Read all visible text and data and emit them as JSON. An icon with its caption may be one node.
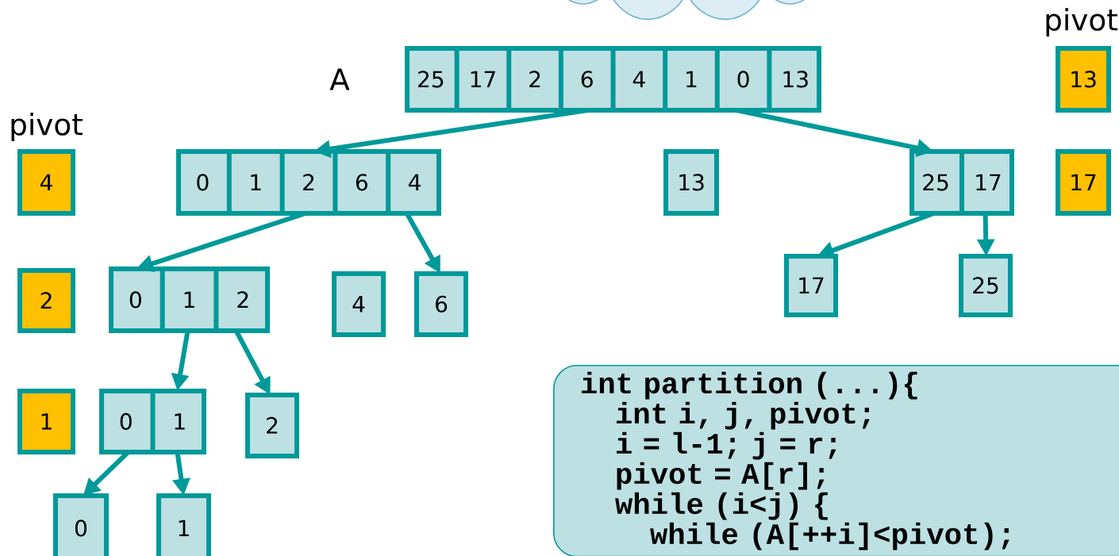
{
  "diagram": {
    "nodes": [
      {
        "text": [],
        "shape": "cloud"
      },
      {
        "text": [
          "25",
          "17",
          "2",
          "6",
          "4",
          "1",
          "0",
          "13"
        ]
      },
      {
        "text": [
          "13"
        ],
        "beside": [
          "pivot"
        ]
      },
      {
        "text": [
          "4"
        ],
        "beside": [
          "pivot"
        ]
      },
      {
        "text": [
          "0",
          "1",
          "2",
          "6",
          "4"
        ]
      },
      {
        "text": [
          "13"
        ]
      },
      {
        "text": [
          "25",
          "17"
        ]
      },
      {
        "text": [
          "17"
        ]
      },
      {
        "text": [
          "2"
        ]
      },
      {
        "text": [
          "0",
          "1",
          "2"
        ]
      },
      {
        "text": [
          "4"
        ]
      },
      {
        "text": [
          "6"
        ]
      },
      {
        "text": [
          "17"
        ]
      },
      {
        "text": [
          "25"
        ]
      },
      {
        "text": [
          "1"
        ]
      },
      {
        "text": [
          "0",
          "1"
        ]
      },
      {
        "text": [
          "2"
        ]
      },
      {
        "text": [
          "0"
        ]
      },
      {
        "text": [
          "1"
        ]
      },
      {
        "text": [
          "int partition (...){",
          "int i, j, pivot;",
          "i = l-1; j = r;",
          "pivot = A[r];",
          "while (i<j) {",
          "while (A[++i]<pivot);"
        ]
      }
    ],
    "edges": [
      {
        "from": 1,
        "to": 4,
        "arrow": "to"
      },
      {
        "from": 1,
        "to": 6,
        "arrow": "to"
      },
      {
        "from": 4,
        "to": 9,
        "arrow": "to"
      },
      {
        "from": 4,
        "to": 11,
        "arrow": "to"
      },
      {
        "from": 6,
        "to": 12,
        "arrow": "to"
      },
      {
        "from": 6,
        "to": 13,
        "arrow": "to"
      },
      {
        "from": 9,
        "to": 15,
        "arrow": "to"
      },
      {
        "from": 9,
        "to": 16,
        "arrow": "to"
      },
      {
        "from": 15,
        "to": 17,
        "arrow": "to"
      },
      {
        "from": 15,
        "to": 18,
        "arrow": "to"
      }
    ],
    "labels": [
      "A"
    ]
  }
}
